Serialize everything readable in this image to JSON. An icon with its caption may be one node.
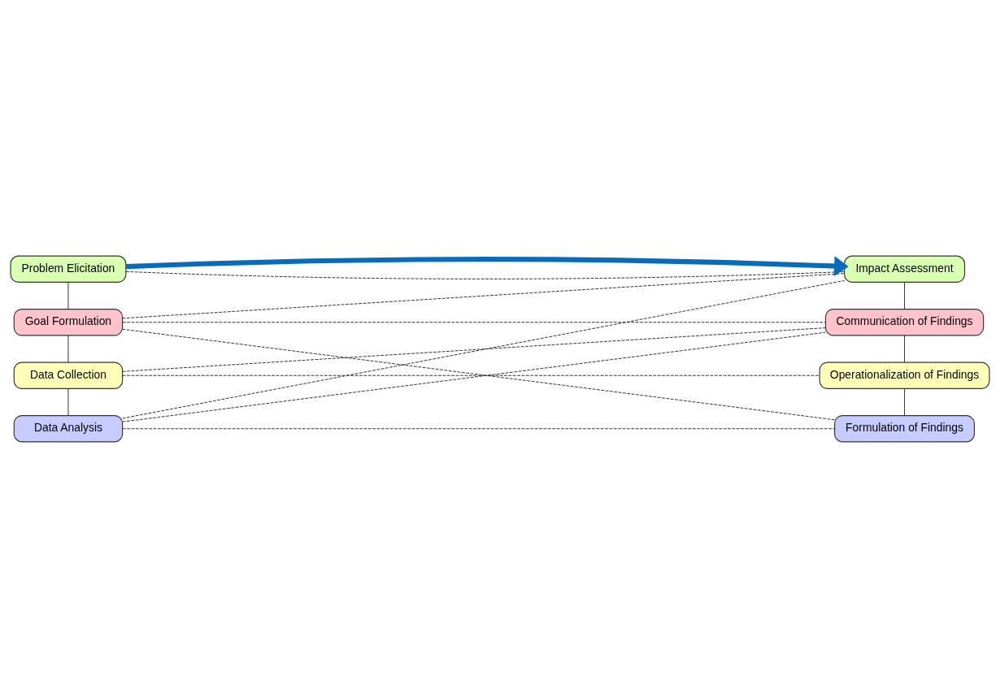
{
  "diagram": {
    "nodes": [
      {
        "text": [
          "Problem Elicitation"
        ]
      },
      {
        "text": [
          "Goal Formulation"
        ]
      },
      {
        "text": [
          "Data Collection"
        ]
      },
      {
        "text": [
          "Data Analysis"
        ]
      },
      {
        "text": [
          "Impact Assessment"
        ]
      },
      {
        "text": [
          "Communication of Findings"
        ]
      },
      {
        "text": [
          "Operationalization of Findings"
        ]
      },
      {
        "text": [
          "Formulation of Findings"
        ]
      }
    ],
    "edges": [
      {
        "from": 0,
        "to": 1,
        "arrow": "none"
      },
      {
        "from": 1,
        "to": 2,
        "arrow": "none"
      },
      {
        "from": 2,
        "to": 3,
        "arrow": "none"
      },
      {
        "from": 4,
        "to": 5,
        "arrow": "none"
      },
      {
        "from": 5,
        "to": 6,
        "arrow": "none"
      },
      {
        "from": 6,
        "to": 7,
        "arrow": "none"
      },
      {
        "from": 0,
        "to": 4,
        "arrow": "none",
        "style": "dashed"
      },
      {
        "from": 1,
        "to": 4,
        "arrow": "none",
        "style": "dashed"
      },
      {
        "from": 1,
        "to": 5,
        "arrow": "none",
        "style": "dashed"
      },
      {
        "from": 1,
        "to": 7,
        "arrow": "none",
        "style": "dashed"
      },
      {
        "from": 2,
        "to": 5,
        "arrow": "none",
        "style": "dashed"
      },
      {
        "from": 2,
        "to": 6,
        "arrow": "none",
        "style": "dashed"
      },
      {
        "from": 3,
        "to": 4,
        "arrow": "none",
        "style": "dashed"
      },
      {
        "from": 3,
        "to": 5,
        "arrow": "none",
        "style": "dashed"
      },
      {
        "from": 3,
        "to": 7,
        "arrow": "none",
        "style": "dashed"
      },
      {
        "from": 0,
        "to": 4,
        "arrow": "to",
        "style": "thick",
        "color": "#0a6cb8"
      }
    ]
  }
}
